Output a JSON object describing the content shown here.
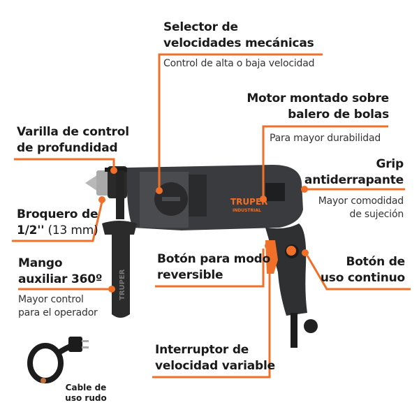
{
  "colors": {
    "accent": "#f0702a",
    "tool_body": "#2e2f31",
    "text": "#1a1a1a"
  },
  "product": {
    "brand": "TRUPER",
    "sub_brand": "INDUSTRIAL",
    "handle_brand": "TRUPER"
  },
  "callouts": {
    "selector": {
      "title_l1": "Selector de",
      "title_l2": "velocidades mecánicas",
      "desc": "Control de alta o baja velocidad"
    },
    "motor": {
      "title_l1": "Motor montado sobre",
      "title_l2": "balero de bolas",
      "desc": "Para mayor durabilidad"
    },
    "varilla": {
      "title_l1": "Varilla de control",
      "title_l2": "de profundidad"
    },
    "grip": {
      "title_l1": "Grip",
      "title_l2": "antiderrapante",
      "desc_l1": "Mayor comodidad",
      "desc_l2": "de sujeción"
    },
    "broquero": {
      "title_l1": "Broquero de",
      "title_l2_bold": "1/2''",
      "title_l2_rest": " (13 mm)"
    },
    "mango": {
      "title_l1": "Mango",
      "title_l2": "auxiliar 360º",
      "desc_l1": "Mayor control",
      "desc_l2": "para el operador"
    },
    "reversible": {
      "title_l1": "Botón para modo",
      "title_l2": "reversible"
    },
    "continuo": {
      "title_l1": "Botón de",
      "title_l2": "uso continuo"
    },
    "interruptor": {
      "title_l1": "Interruptor de",
      "title_l2": "velocidad variable"
    },
    "cable": {
      "title_l1": "Cable de",
      "title_l2": "uso rudo"
    }
  }
}
